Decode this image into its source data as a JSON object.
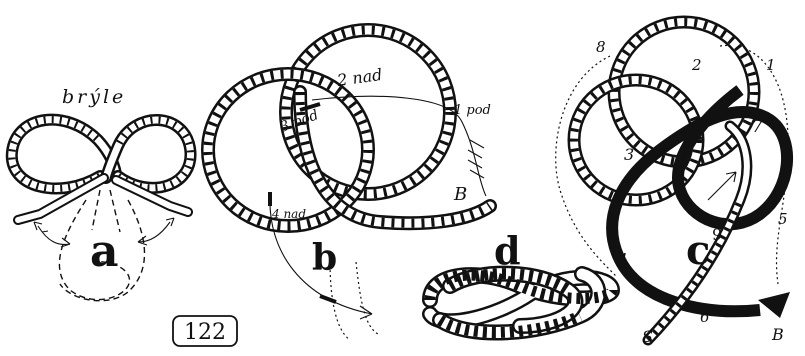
{
  "figure_number": "122",
  "panels": {
    "a": {
      "label": "a",
      "caption": "brýle"
    },
    "b": {
      "label": "b",
      "annotations": {
        "n2_nad": "2 nad",
        "n3_pod": "3 pod",
        "n1_pod": "1 pod",
        "n4_nad": "4 nad",
        "end_B": "B"
      }
    },
    "c": {
      "label": "c",
      "superscript": "9",
      "numbers": [
        "8",
        "2",
        "1",
        "3",
        "7",
        "5",
        "4",
        "6"
      ],
      "end_S": "S",
      "end_B": "B"
    },
    "d": {
      "label": "d"
    }
  }
}
